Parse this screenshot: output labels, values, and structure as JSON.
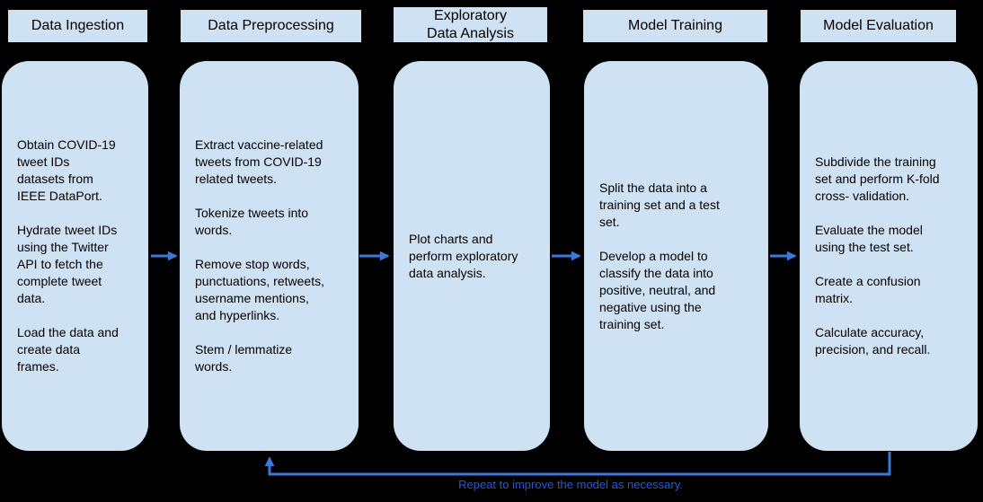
{
  "diagram": {
    "colors": {
      "background": "#000000",
      "box_fill": "#cfe2f3",
      "arrow": "#3c78d8",
      "feedback_text": "#2b57d5",
      "body_text": "#000000"
    },
    "stages": [
      {
        "title": "Data Ingestion",
        "body": "Obtain COVID-19\ntweet IDs\ndatasets from\nIEEE DataPort.\n\nHydrate tweet IDs\nusing the Twitter\nAPI to fetch the\ncomplete tweet\ndata.\n\nLoad the data and\ncreate data\nframes."
      },
      {
        "title": "Data Preprocessing",
        "body": "Extract vaccine-related\ntweets from COVID-19\nrelated tweets.\n\nTokenize tweets into\nwords.\n\nRemove stop words,\npunctuations, retweets,\nusername mentions,\nand hyperlinks.\n\nStem / lemmatize\nwords."
      },
      {
        "title": "Exploratory\nData Analysis",
        "body": "Plot charts and\nperform exploratory\ndata analysis."
      },
      {
        "title": "Model Training",
        "body": "Split the data into a\ntraining set and a test\nset.\n\nDevelop a model to\nclassify the data into\npositive, neutral, and\nnegative using the\ntraining set."
      },
      {
        "title": "Model Evaluation",
        "body": "Subdivide the training\nset and perform K-fold\ncross- validation.\n\nEvaluate the model\nusing the test set.\n\nCreate a confusion\nmatrix.\n\nCalculate accuracy,\nprecision, and recall."
      }
    ],
    "feedback_label": "Repeat to improve the model as necessary."
  }
}
